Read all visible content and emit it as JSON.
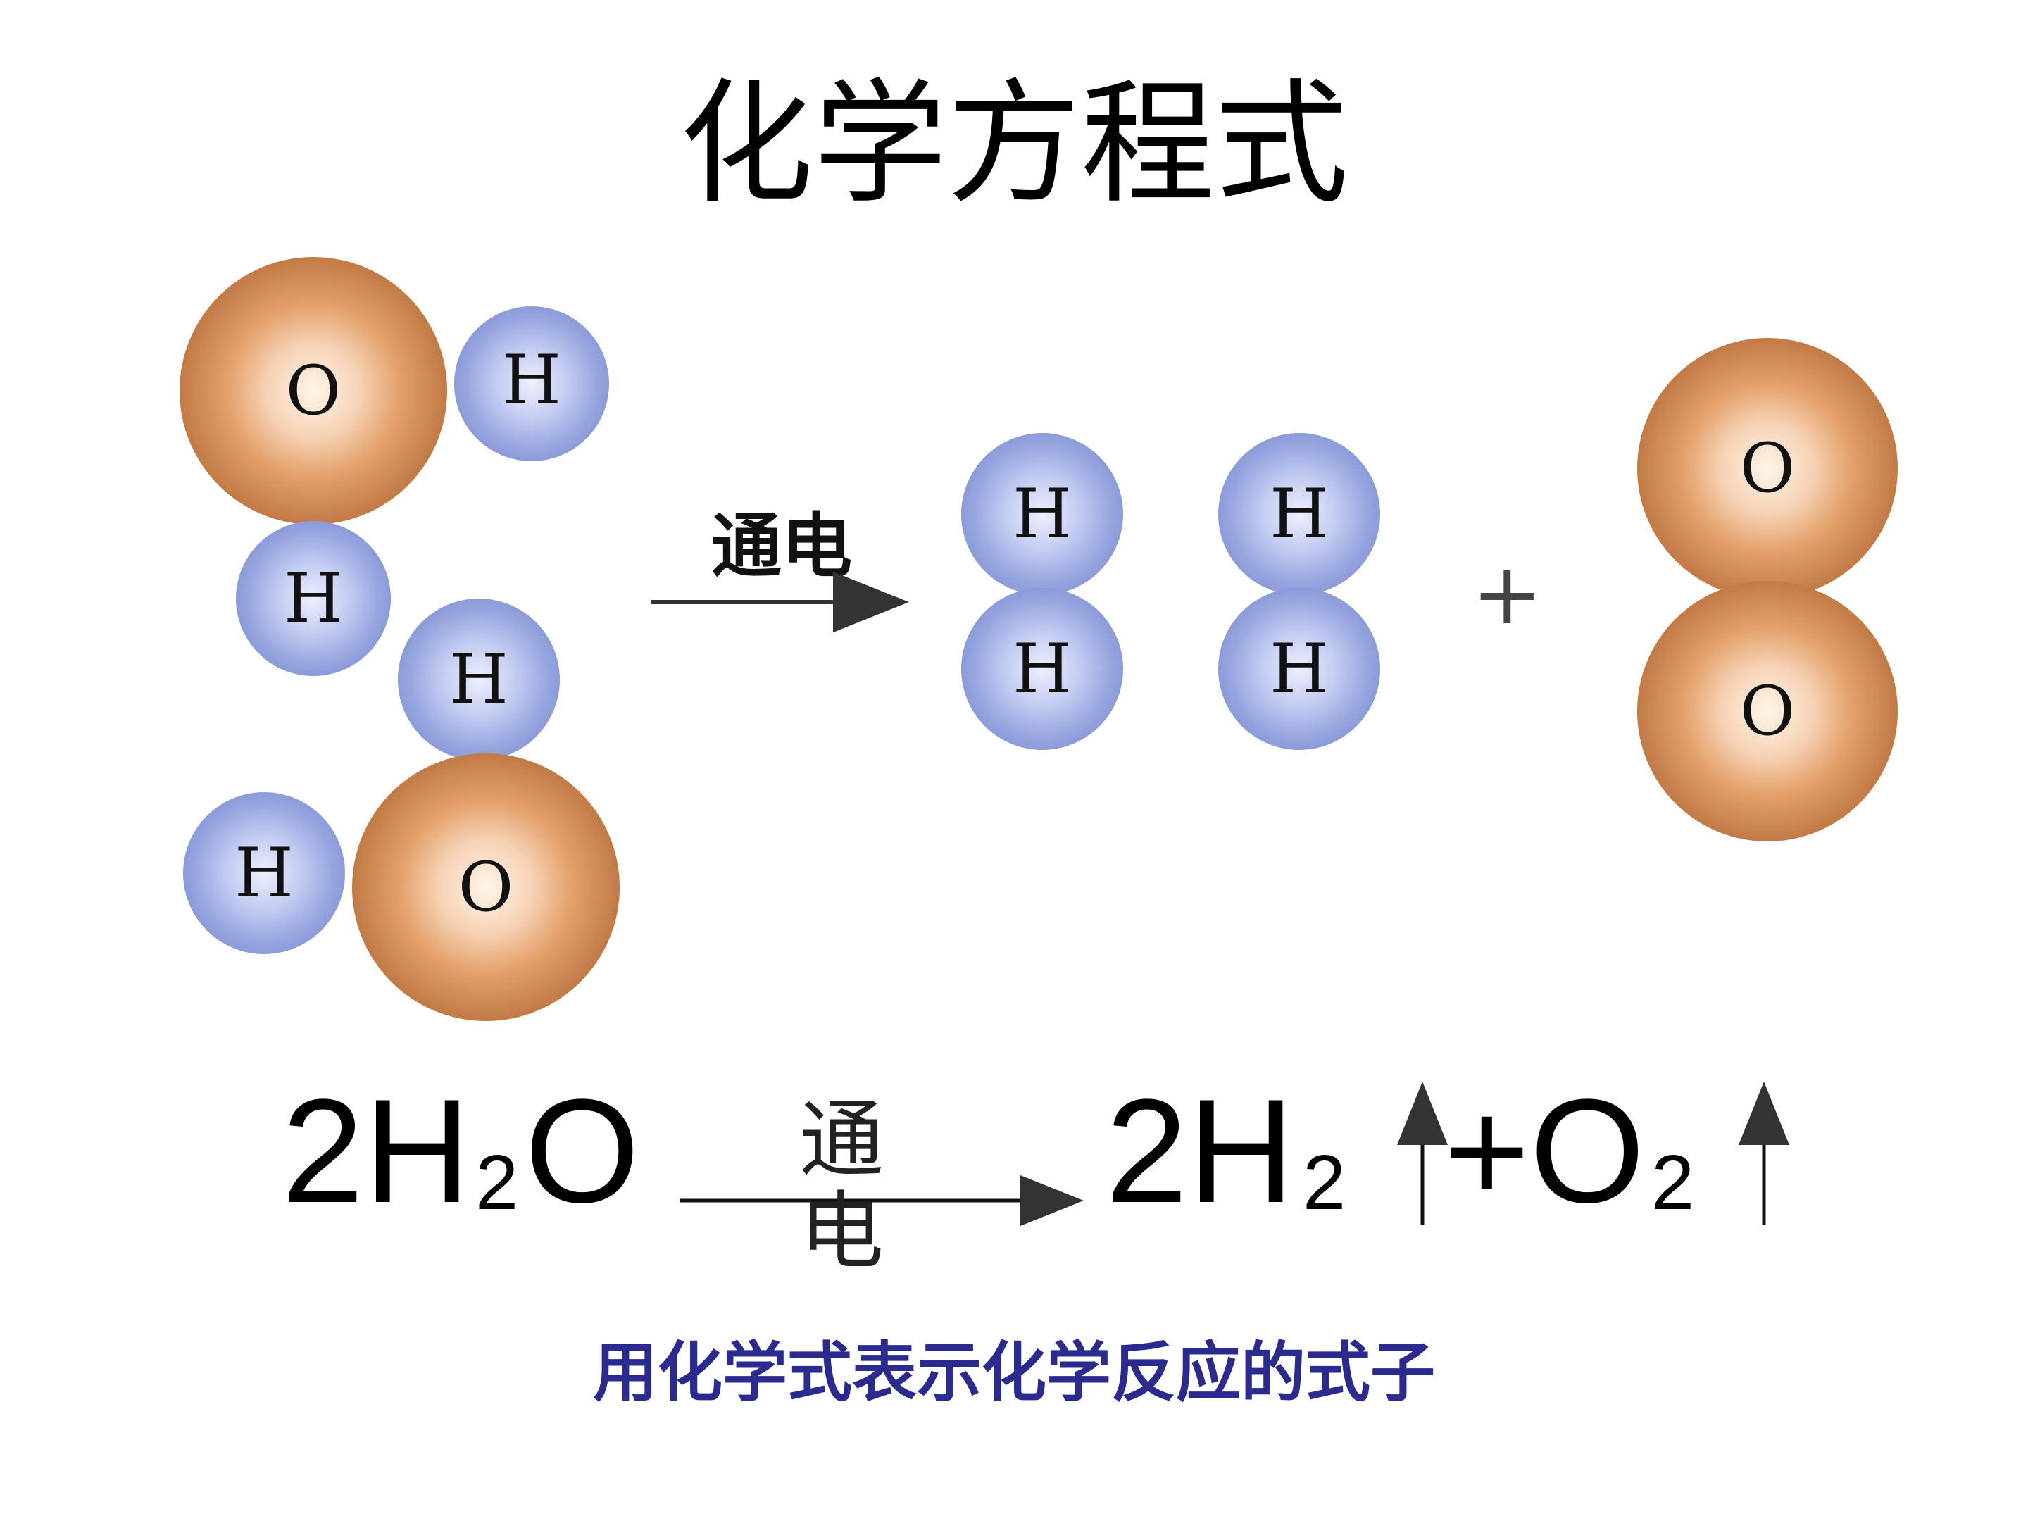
{
  "title": "化学方程式",
  "diagram": {
    "condition_label": "通电",
    "plus_sign": "+",
    "atom_labels": {
      "oxygen": "O",
      "hydrogen": "H"
    },
    "colors": {
      "oxygen_outer": "#c8804a",
      "oxygen_mid": "#e8a878",
      "oxygen_core": "#fbe8d8",
      "hydrogen_outer": "#8e9edb",
      "hydrogen_mid": "#b6c1ef",
      "hydrogen_core": "#e6e9fb"
    }
  },
  "equation": {
    "reactant_coef_formula": "2H",
    "reactant_sub": "2",
    "reactant_tail": "O",
    "condition": "通电",
    "product1": "2H",
    "product1_sub": "2",
    "plus": "+O",
    "product2_sub": "2"
  },
  "caption": "用化学式表示化学反应的式子"
}
